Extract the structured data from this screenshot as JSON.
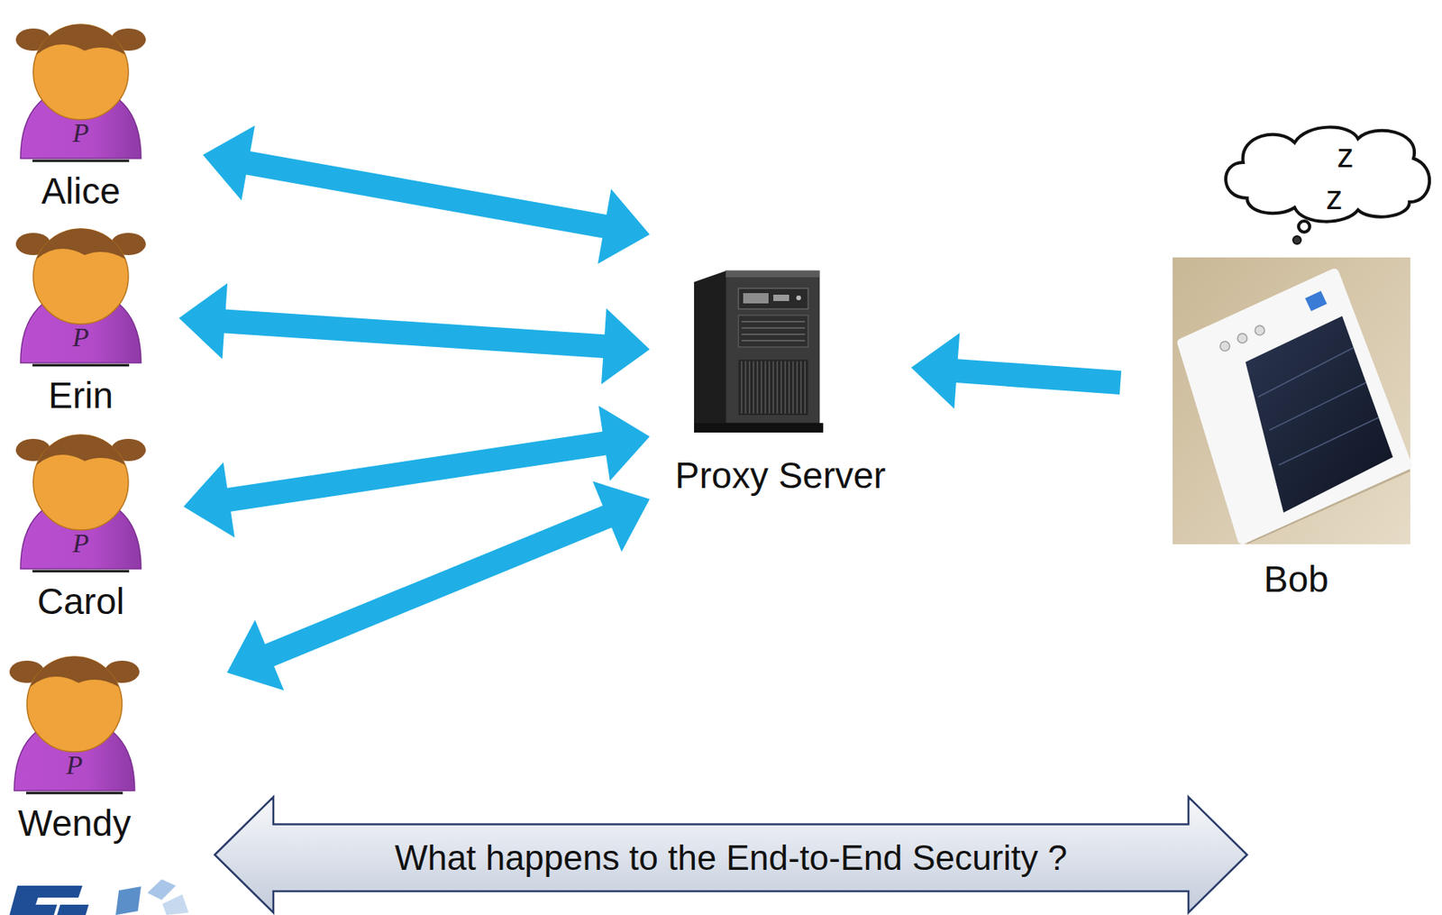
{
  "diagram": {
    "nodes": [
      {
        "text": [
          "P",
          "Alice"
        ]
      },
      {
        "text": [
          "P",
          "Erin"
        ]
      },
      {
        "text": [
          "P",
          "Carol"
        ]
      },
      {
        "text": [
          "P",
          "Wendy"
        ]
      },
      {
        "text": [
          "Proxy Server"
        ]
      },
      {
        "text": [
          "z",
          "z"
        ]
      },
      {
        "text": [
          "Bob"
        ]
      },
      {
        "text": [
          "What happens to the End-to-End Security ?"
        ]
      }
    ],
    "edges": [
      {
        "from": 0,
        "to": 4,
        "arrow": "both"
      },
      {
        "from": 1,
        "to": 4,
        "arrow": "both"
      },
      {
        "from": 2,
        "to": 4,
        "arrow": "both"
      },
      {
        "from": 3,
        "to": 4,
        "arrow": "both"
      },
      {
        "from": 6,
        "to": 4,
        "arrow": "to"
      }
    ]
  }
}
